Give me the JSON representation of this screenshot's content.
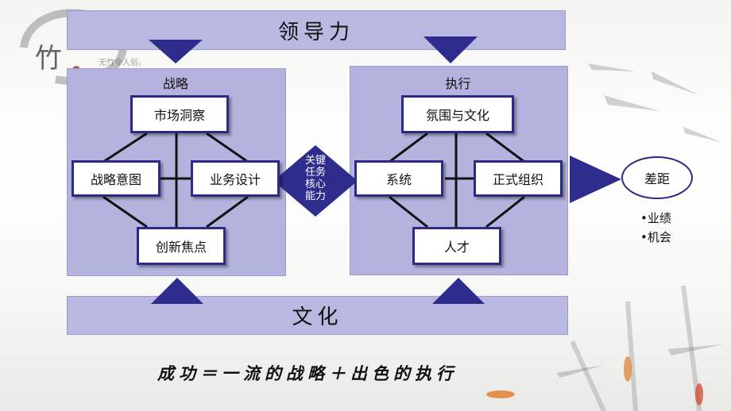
{
  "background": {
    "brand_char": "竹",
    "faint_text": "无竹令人俗。"
  },
  "top_band": {
    "label": "领导力"
  },
  "bottom_band": {
    "label": "文化"
  },
  "strategy": {
    "title": "战略",
    "top": "市场洞察",
    "left": "战略意图",
    "right": "业务设计",
    "bottom": "创新焦点"
  },
  "center": {
    "lines": [
      "关键",
      "任务",
      "核心",
      "能力"
    ]
  },
  "execution": {
    "title": "执行",
    "top": "氛围与文化",
    "left": "系统",
    "right": "正式组织",
    "bottom": "人才"
  },
  "gap": {
    "label": "差距",
    "bullets": [
      "•业绩",
      "•机会"
    ]
  },
  "formula": "成功＝一流的战略＋出色的执行",
  "colors": {
    "panel": "#b4b3de",
    "border": "#2b2a86",
    "arrow": "#2e2d8e"
  }
}
